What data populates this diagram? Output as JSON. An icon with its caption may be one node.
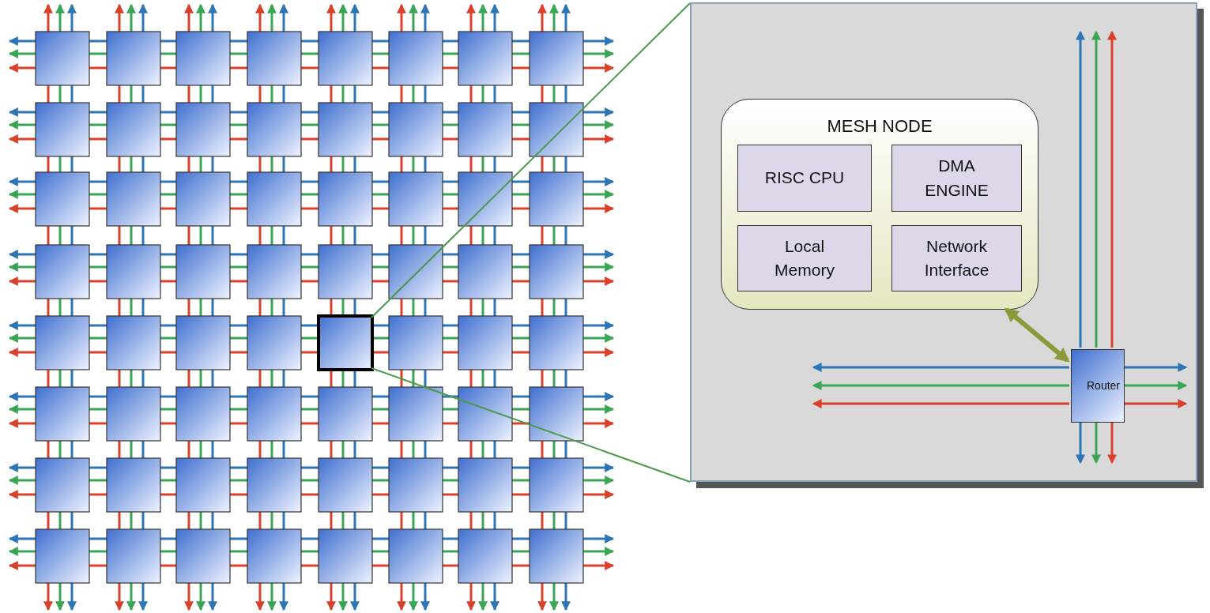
{
  "diagram": {
    "nodes": [
      {
        "text": [],
        "shape": "box"
      },
      {
        "text": [
          "MESH NODE"
        ],
        "in": 0
      },
      {
        "text": [
          "RISC CPU"
        ],
        "in": 1
      },
      {
        "text": [
          "DMA ENGINE"
        ],
        "in": 1
      },
      {
        "text": [
          "Local Memory"
        ],
        "in": 1
      },
      {
        "text": [
          "Network Interface"
        ],
        "in": 1
      },
      {
        "text": [
          "Router"
        ],
        "in": 0
      }
    ],
    "edges": [
      {
        "from": 1,
        "to": 6,
        "arrow": "both",
        "style": "thick",
        "color": "#8a9a3a"
      },
      {
        "from": 6,
        "to": null,
        "arrow": "to",
        "color": "#2e75b6"
      },
      {
        "from": 6,
        "to": null,
        "arrow": "to",
        "color": "#2e75b6"
      },
      {
        "from": 6,
        "to": null,
        "arrow": "to",
        "color": "#3aa655"
      },
      {
        "from": 6,
        "to": null,
        "arrow": "to",
        "color": "#3aa655"
      },
      {
        "from": 6,
        "to": null,
        "arrow": "to",
        "color": "#d9412b"
      },
      {
        "from": 6,
        "to": null,
        "arrow": "to",
        "color": "#d9412b"
      },
      {
        "from": 6,
        "to": null,
        "arrow": "to",
        "color": "#2e75b6"
      },
      {
        "from": 6,
        "to": null,
        "arrow": "to",
        "color": "#2e75b6"
      },
      {
        "from": 6,
        "to": null,
        "arrow": "to",
        "color": "#3aa655"
      },
      {
        "from": 6,
        "to": null,
        "arrow": "to",
        "color": "#3aa655"
      },
      {
        "from": 6,
        "to": null,
        "arrow": "to",
        "color": "#d9412b"
      },
      {
        "from": 6,
        "to": null,
        "arrow": "to",
        "color": "#d9412b"
      }
    ]
  }
}
